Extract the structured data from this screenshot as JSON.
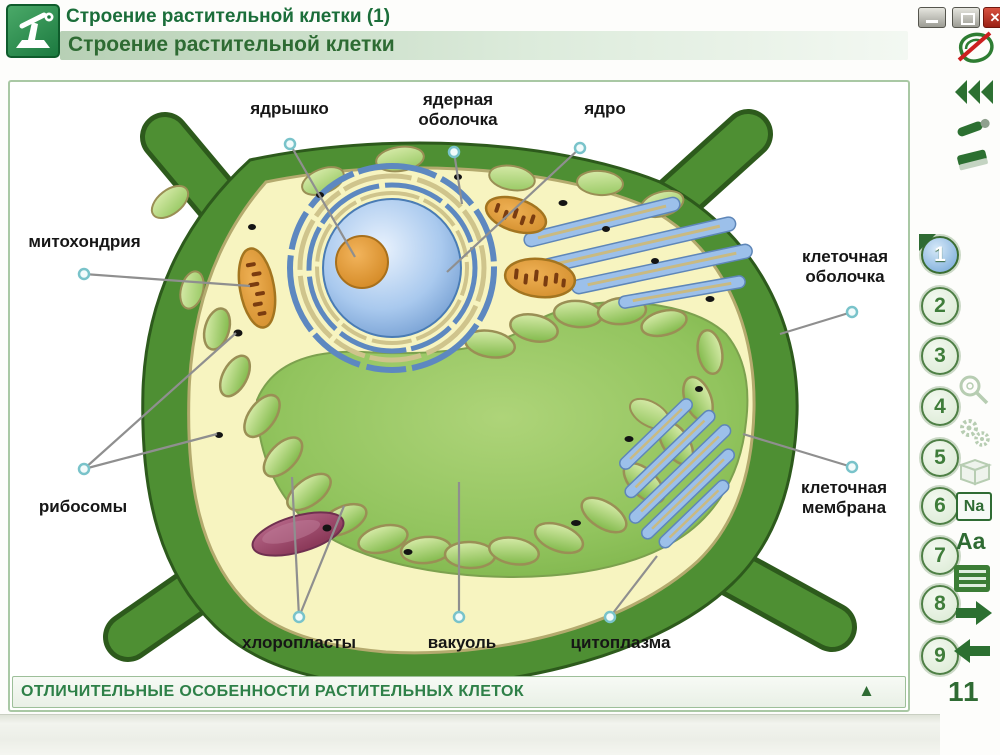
{
  "header": {
    "title_line1": "Строение растительной клетки (1)",
    "title_line2": "Строение растительной клетки"
  },
  "window_controls": {
    "close_glyph": "✕"
  },
  "diagram": {
    "labels": [
      {
        "id": "nucleolus",
        "text": "ядрышко"
      },
      {
        "id": "nuclear-envelope",
        "text": "ядерная оболочка"
      },
      {
        "id": "nucleus",
        "text": "ядро"
      },
      {
        "id": "mitochondrion",
        "text": "митохондрия"
      },
      {
        "id": "cell-wall",
        "text": "клеточная оболочка"
      },
      {
        "id": "ribosomes",
        "text": "рибосомы"
      },
      {
        "id": "cell-membrane",
        "text": "клеточная мембрана"
      },
      {
        "id": "chloroplasts",
        "text": "хлоропласты"
      },
      {
        "id": "vacuole",
        "text": "вакуоль"
      },
      {
        "id": "cytoplasm",
        "text": "цитоплазма"
      }
    ]
  },
  "sidebar": {
    "pages": [
      "1",
      "2",
      "3",
      "4",
      "5",
      "6",
      "7",
      "8",
      "9"
    ],
    "active_page": "1",
    "na_label": "Na",
    "aa_label": "Aa",
    "page_number": "11"
  },
  "bottom_bar": {
    "title": "ОТЛИЧИТЕЛЬНЫЕ ОСОБЕННОСТИ РАСТИТЕЛЬНЫХ КЛЕТОК",
    "collapse_glyph": "▲"
  },
  "colors": {
    "accent_green": "#2e6b33",
    "header_text_green": "#1b6e3a",
    "bottom_bar_text": "#2e8048",
    "active_page_blue": "#8fb9e0",
    "close_red": "#c03a28",
    "wall_green": "#4e8f33",
    "cytoplasm_yellow": "#f7f4c0",
    "vacuole_green": "#8fc35c",
    "nucleus_blue": "#78a6dc",
    "nucleolus_orange": "#d88c22"
  }
}
